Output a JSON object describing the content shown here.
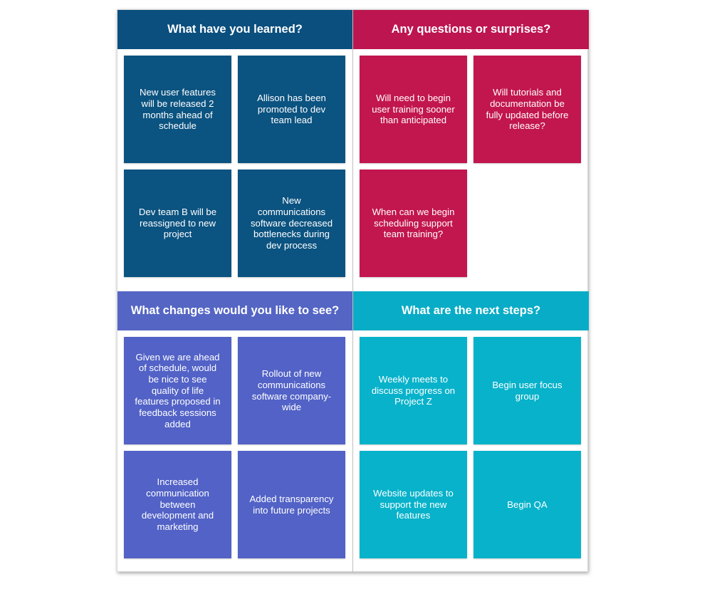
{
  "colors": {
    "learned": "#0b5380",
    "questions": "#c2164f",
    "changes": "#5262c6",
    "next_steps": "#07b2ca"
  },
  "quadrants": {
    "learned": {
      "title": "What have you learned?",
      "notes": [
        "New user features will be released 2 months ahead of schedule",
        "Allison has been promoted to dev team lead",
        "Dev team B will be reassigned to new project",
        "New communications software decreased bottlenecks during dev process"
      ]
    },
    "questions": {
      "title": "Any questions or surprises?",
      "notes": [
        "Will need to begin user training sooner than anticipated",
        "Will tutorials and documentation be fully updated before release?",
        "When can we begin scheduling support team training?"
      ]
    },
    "changes": {
      "title": "What changes would you like to see?",
      "notes": [
        "Given we are ahead of schedule, would be nice to see quality of life features proposed in feedback sessions added",
        "Rollout of new communications software company-wide",
        "Increased communication between development and marketing",
        "Added transparency into future projects"
      ]
    },
    "next_steps": {
      "title": "What are the next steps?",
      "notes": [
        "Weekly meets to discuss progress on Project Z",
        "Begin user focus group",
        "Website updates to support the new features",
        "Begin QA"
      ]
    }
  }
}
